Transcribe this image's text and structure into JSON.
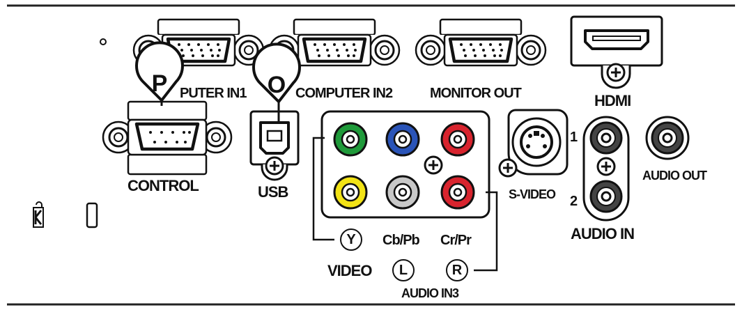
{
  "labels": {
    "computer_in1": "PUTER IN1",
    "computer_in2": "COMPUTER IN2",
    "monitor_out": "MONITOR OUT",
    "hdmi": "HDMI",
    "control": "CONTROL",
    "usb": "USB",
    "s_video": "S-VIDEO",
    "audio_in": "AUDIO IN",
    "audio_out": "AUDIO OUT",
    "audio_in3": "AUDIO IN3",
    "video": "VIDEO",
    "cb_pb": "Cb/Pb",
    "cr_pr": "Cr/Pr",
    "num_1": "1",
    "num_2": "2"
  },
  "jack_letters": {
    "y": "Y",
    "l": "L",
    "r": "R"
  },
  "callouts": {
    "p": "P",
    "o": "O"
  },
  "colors": {
    "jack_green": "#1f9a3a",
    "jack_blue": "#2a54b8",
    "jack_red": "#d8242e",
    "jack_yellow": "#f2e316",
    "jack_white": "#c8c8c8",
    "ink": "#111111"
  }
}
